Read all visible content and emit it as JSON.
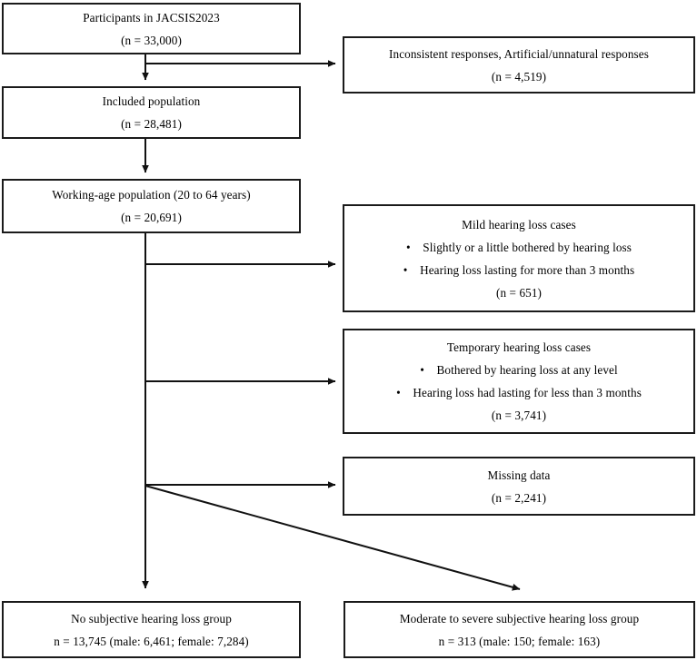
{
  "diagram": {
    "type": "flowchart",
    "title_node": "Participants in JACSIS2023",
    "boxes": {
      "participants": {
        "line1": "Participants in JACSIS2023",
        "line2": "(n = 33,000)"
      },
      "excluded": {
        "line1": "Inconsistent responses, Artificial/unnatural responses",
        "line2": "(n = 4,519)"
      },
      "included": {
        "line1": "Included population",
        "line2": "(n = 28,481)"
      },
      "working_age": {
        "line1": "Working-age population (20 to 64 years)",
        "line2": "(n = 20,691)"
      },
      "mild": {
        "line1": "Mild hearing loss cases",
        "bullet1": "•    Slightly or a little bothered by hearing loss",
        "bullet2": "•    Hearing loss lasting for more than 3 months",
        "line4": "(n = 651)"
      },
      "temporary": {
        "line1": "Temporary hearing loss cases",
        "bullet1": "•    Bothered by hearing loss at any level",
        "bullet2": "•    Hearing loss had lasting for less than 3 months",
        "line4": "(n = 3,741)"
      },
      "missing": {
        "line1": "Missing data",
        "line2": "(n = 2,241)"
      },
      "no_loss_group": {
        "line1": "No subjective hearing loss group",
        "line2": "n = 13,745 (male: 6,461; female: 7,284)"
      },
      "moderate_severe_group": {
        "line1": "Moderate to severe subjective hearing loss group",
        "line2": "n = 313 (male: 150; female: 163)"
      }
    },
    "colors": {
      "stroke": "#1a1a1a",
      "background": "#ffffff",
      "text": "#000000"
    }
  }
}
